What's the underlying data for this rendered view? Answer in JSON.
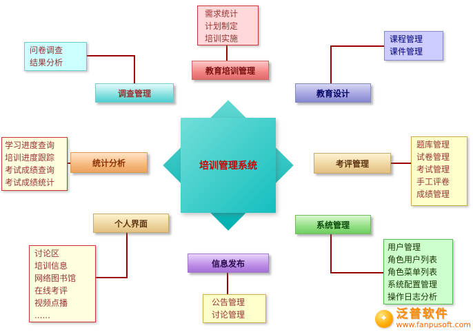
{
  "center": {
    "label": "培训管理系统"
  },
  "survey": {
    "detail": [
      "问卷调查",
      "结果分析"
    ],
    "module": "调查管理"
  },
  "training": {
    "detail": [
      "需求统计",
      "计划制定",
      "培训实施"
    ],
    "module": "教育培训管理"
  },
  "design": {
    "detail": [
      "课程管理",
      "课件管理"
    ],
    "module": "教育设计"
  },
  "stats": {
    "detail": [
      "学习进度查询",
      "培训进度跟踪",
      "考试成绩查询",
      "考试成绩统计"
    ],
    "module": "统计分析"
  },
  "assessment": {
    "detail": [
      "题库管理",
      "试卷管理",
      "考试管理",
      "手工评卷",
      "成绩管理"
    ],
    "module": "考评管理"
  },
  "personal": {
    "detail": [
      "讨论区",
      "培训信息",
      "网络图书馆",
      "在线考评",
      "视频点播",
      "......"
    ],
    "module": "个人界面"
  },
  "info": {
    "detail": [
      "公告管理",
      "讨论管理"
    ],
    "module": "信息发布"
  },
  "system": {
    "detail": [
      "用户管理",
      "角色用户列表",
      "角色菜单列表",
      "系统配置管理",
      "操作日志分析"
    ],
    "module": "系统管理"
  },
  "logo": {
    "brand": "泛普软件",
    "site": "www.fanpusoft.com"
  },
  "palette": {
    "connector": "#990000",
    "center_fill": "#14bfbf",
    "center_text": "#cc0000",
    "logo_orange": "#ff8c00"
  }
}
